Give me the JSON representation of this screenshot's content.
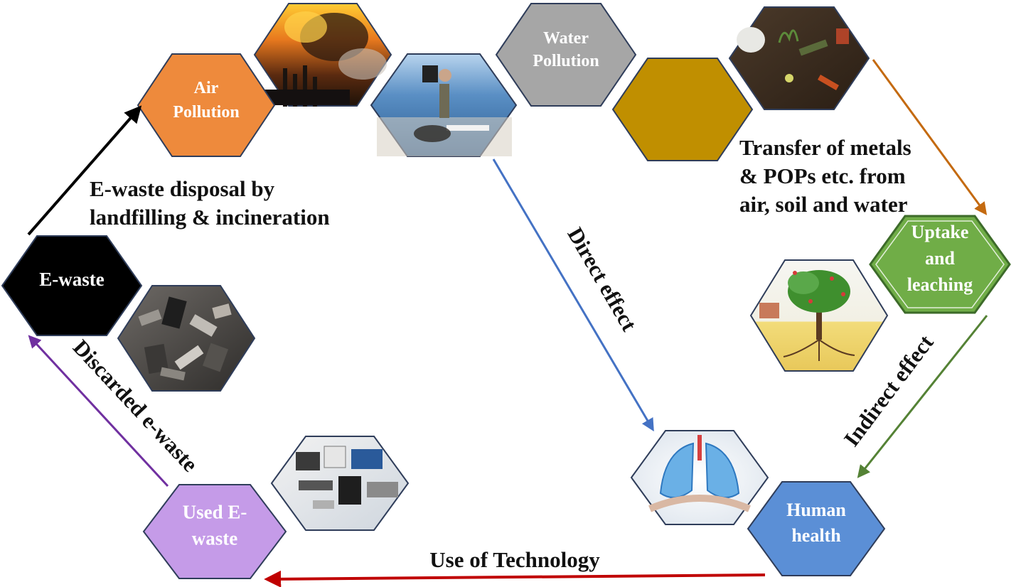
{
  "nodes": {
    "ewaste": {
      "lines": [
        "E-waste"
      ],
      "fill": "#000000",
      "text_color": "#ffffff"
    },
    "air": {
      "lines": [
        "Air",
        "Pollution"
      ],
      "fill": "#ee8a3c",
      "text_color": "#ffffff"
    },
    "water": {
      "lines": [
        "Water",
        "Pollution"
      ],
      "fill": "#a6a6a6",
      "text_color": "#ffffff"
    },
    "soil": {
      "lines": [],
      "fill": "#c08f00",
      "text_color": "#ffffff"
    },
    "uptake": {
      "lines": [
        "Uptake",
        "and",
        "leaching"
      ],
      "fill": "#70ad47",
      "text_color": "#ffffff"
    },
    "health": {
      "lines": [
        "Human",
        "health"
      ],
      "fill": "#5b8fd6",
      "text_color": "#ffffff"
    },
    "used": {
      "lines": [
        "Used E-",
        "waste"
      ],
      "fill": "#c59be8",
      "text_color": "#ffffff"
    }
  },
  "flows": {
    "disposal": {
      "lines": [
        "E-waste disposal by",
        "landfilling & incineration"
      ],
      "color": "#000000"
    },
    "transfer": {
      "lines": [
        "Transfer of metals",
        "& POPs etc. from",
        "air, soil and water"
      ],
      "color": "#c46a10"
    },
    "direct": {
      "text": "Direct effect",
      "color": "#4472c4"
    },
    "indirect": {
      "text": "Indirect effect",
      "color": "#548235"
    },
    "technology": {
      "text": "Use of Technology",
      "color": "#c00000"
    },
    "discarded": {
      "text": "Discarded e-waste",
      "color": "#7030a0"
    }
  },
  "images": {
    "factory_smoke": "factory-smoke-image",
    "waste_dumping": "waste-dumping-image",
    "soil_debris": "soil-debris-image",
    "plant_uptake": "plant-uptake-image",
    "lungs": "lungs-image",
    "electronics": "electronics-image",
    "ewaste_pile": "ewaste-pile-image"
  }
}
